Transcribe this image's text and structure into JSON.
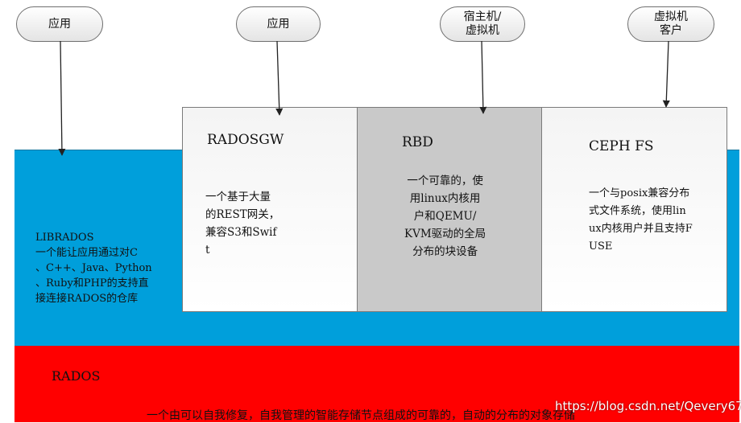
{
  "clients": [
    {
      "label": "应用"
    },
    {
      "label": "应用"
    },
    {
      "label": "宿主机/\n虚拟机"
    },
    {
      "label": "虚拟机\n客户"
    }
  ],
  "librados": {
    "title": "LIBRADOS",
    "desc": "一个能让应用通过对C\n、C++、Java、Python\n、Ruby和PHP的支持直\n接连接RADOS的仓库"
  },
  "radosgw": {
    "title": "RADOSGW",
    "desc": "一个基于大量\n的REST网关，\n兼容S3和Swif\nt"
  },
  "rbd": {
    "title": "RBD",
    "desc": "一个可靠的，使\n用linux内核用\n户和QEMU/\nKVM驱动的全局\n分布的块设备"
  },
  "cephfs": {
    "title": "CEPH FS",
    "desc": "一个与posix兼容分布\n式文件系统，使用lin\nux内核用户并且支持F\nUSE"
  },
  "rados": {
    "title": "RADOS",
    "desc": "一个由可以自我修复，自我管理的智能存储节点组成的可靠的，自动的分布的对象存储"
  },
  "watermark": "https://blog.csdn.net/Qevery678"
}
